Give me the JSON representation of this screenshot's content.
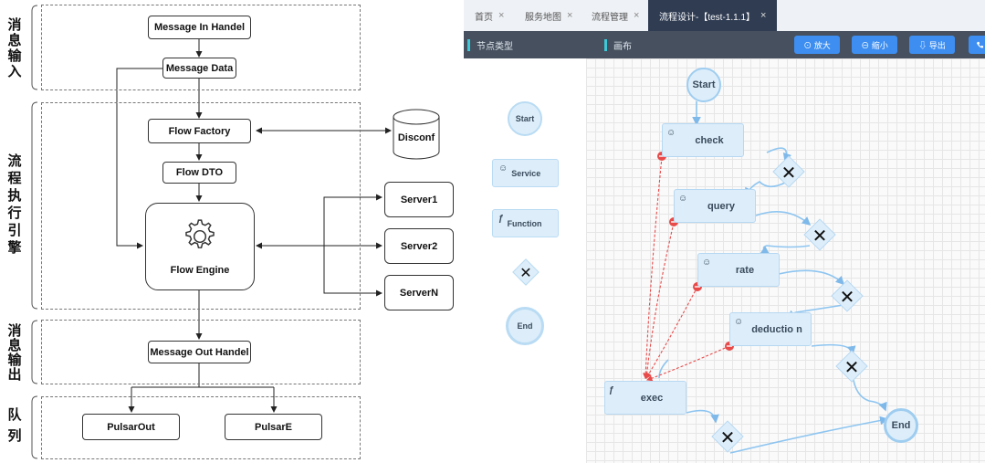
{
  "architecture": {
    "sections": [
      {
        "label": "消息输入"
      },
      {
        "label": "流程执行引擎"
      },
      {
        "label": "消息输出"
      },
      {
        "label": "队列"
      }
    ],
    "nodes": {
      "message_in_handel": "Message In Handel",
      "message_data": "Message Data",
      "flow_factory": "Flow Factory",
      "disconf": "Disconf",
      "flow_dto": "Flow DTO",
      "flow_engine": "Flow Engine",
      "server1": "Server1",
      "server2": "Server2",
      "servern": "ServerN",
      "message_out_handel": "Message Out Handel",
      "pulsar_out": "PulsarOut",
      "pulsar_e": "PulsarE"
    },
    "icons": {
      "engine": "gear-icon",
      "database": "database-icon"
    }
  },
  "designer": {
    "tabs": [
      {
        "label": "首页",
        "active": false
      },
      {
        "label": "服务地图",
        "active": false
      },
      {
        "label": "流程管理",
        "active": false
      },
      {
        "label": "流程设计-【test-1.1.1】",
        "active": true
      }
    ],
    "tab_close": "×",
    "toolbar": {
      "panel_left": "节点类型",
      "panel_right": "画布",
      "zoom_in": "⊙ 放大",
      "zoom_out": "⊖ 缩小",
      "export": "⇩ 导出",
      "extra_icon": "phone-icon"
    },
    "palette": {
      "start": "Start",
      "service": "Service",
      "function": "Function",
      "end": "End",
      "service_icon": "☺",
      "function_icon": "ƒ",
      "gateway_mark": "✕"
    },
    "canvas": {
      "start": "Start",
      "end": "End",
      "service_icon": "☺",
      "function_icon": "ƒ",
      "gateway_mark": "✕",
      "nodes": [
        {
          "key": "check",
          "label": "check",
          "type": "service"
        },
        {
          "key": "query",
          "label": "query",
          "type": "service"
        },
        {
          "key": "rate",
          "label": "rate",
          "type": "service"
        },
        {
          "key": "deduction",
          "label": "deductio n",
          "type": "service"
        },
        {
          "key": "exec",
          "label": "exec",
          "type": "function"
        }
      ]
    },
    "colors": {
      "active_tab": "#2f3c52",
      "toolbar": "#46505e",
      "button": "#3d8ef0",
      "node_fill": "#ddeefa",
      "edge": "#8ec5f0",
      "error_edge": "#e84a4a"
    }
  }
}
